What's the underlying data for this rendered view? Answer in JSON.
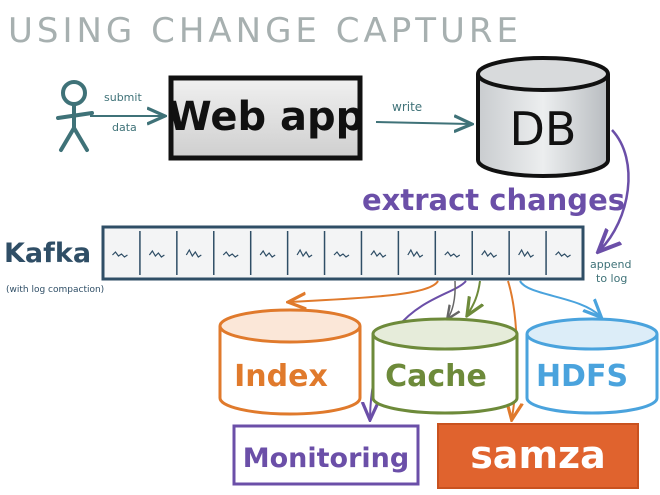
{
  "title": "USING CHANGE CAPTURE",
  "user": {
    "submit_label": "submit",
    "data_label": "data"
  },
  "webapp": {
    "label": "Web app"
  },
  "write_label": "write",
  "db": {
    "label": "DB"
  },
  "extract_label": "extract changes",
  "append_label_1": "append",
  "append_label_2": "to log",
  "kafka": {
    "label": "Kafka",
    "sublabel": "(with log compaction)",
    "segment_count": 13
  },
  "consumers": {
    "index": "Index",
    "cache": "Cache",
    "hdfs": "HDFS",
    "monitoring": "Monitoring",
    "samza": "samza"
  },
  "colors": {
    "title": "#a7b0b0",
    "ink": "#1a1a1a",
    "teal": "#3f7278",
    "purple": "#6b4fa8",
    "orange": "#e07a2c",
    "olive": "#6d8a3a",
    "blue": "#4aa3dd",
    "samza_bg": "#e0632e",
    "kafka": "#2f4e66"
  }
}
